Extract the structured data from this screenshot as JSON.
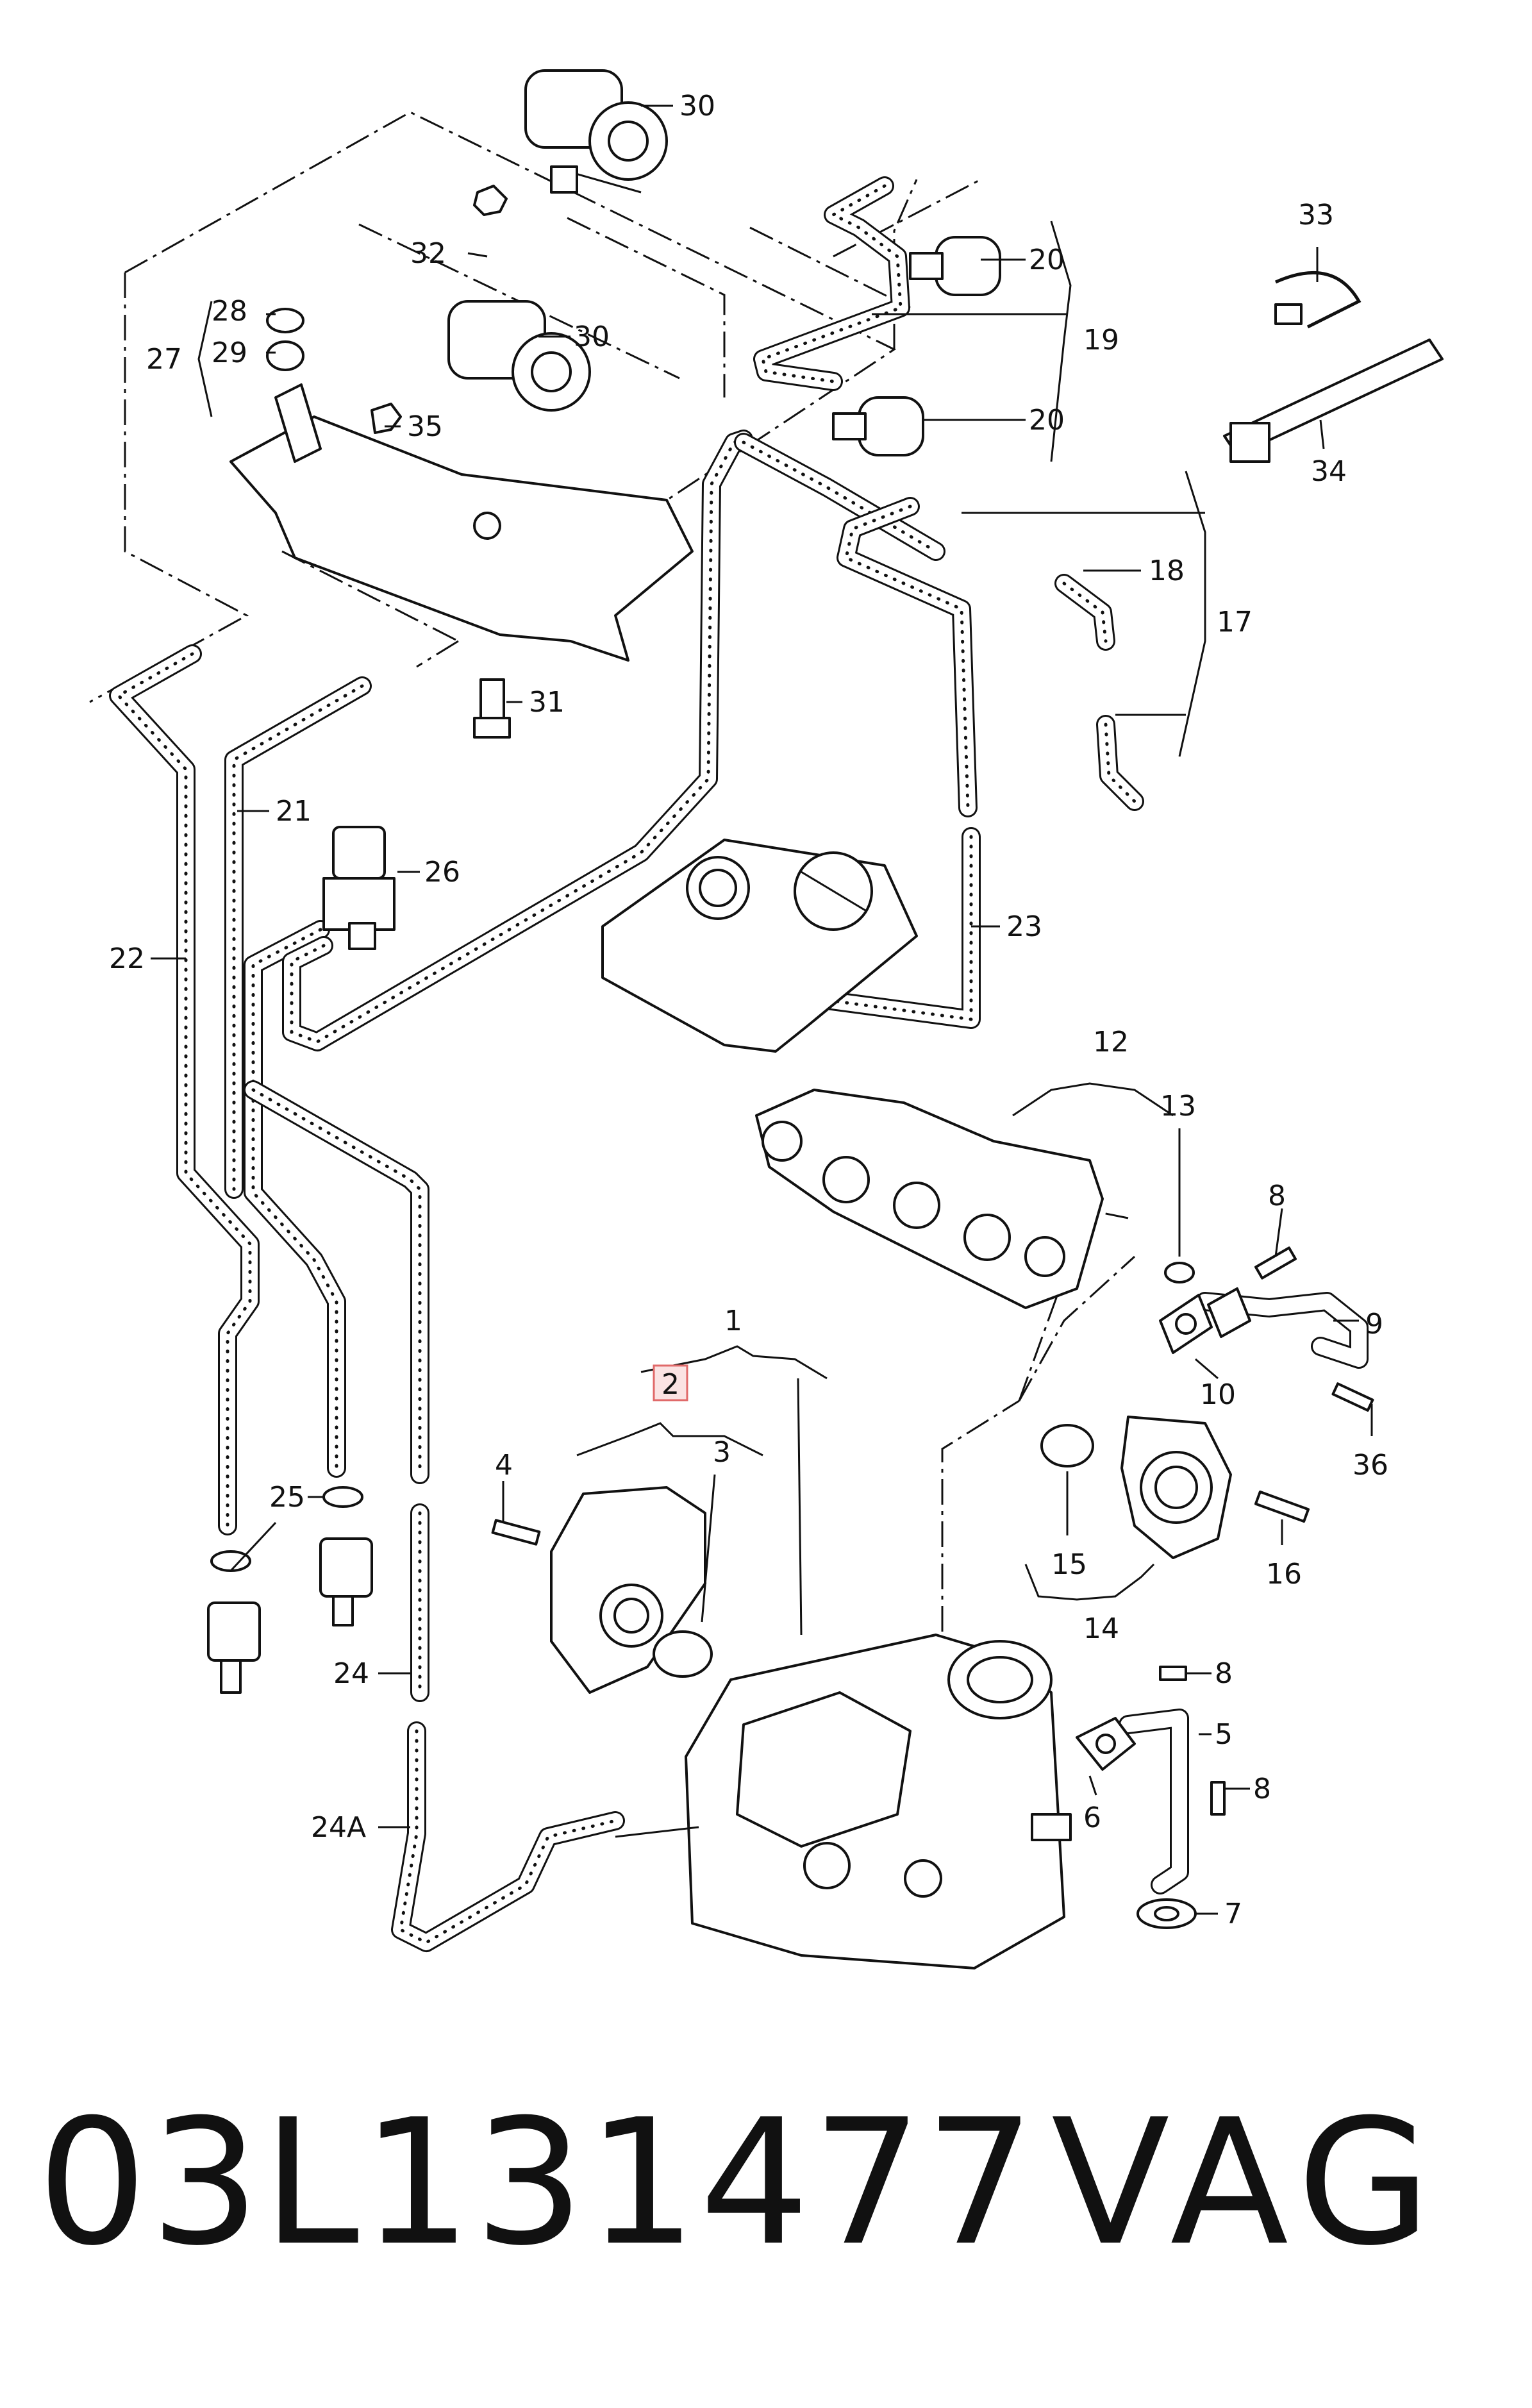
{
  "diagram": {
    "callouts": [
      {
        "id": "c1",
        "text": "1"
      },
      {
        "id": "c2",
        "text": "2",
        "highlighted": true
      },
      {
        "id": "c3",
        "text": "3"
      },
      {
        "id": "c4",
        "text": "4"
      },
      {
        "id": "c5",
        "text": "5"
      },
      {
        "id": "c6",
        "text": "6"
      },
      {
        "id": "c7",
        "text": "7"
      },
      {
        "id": "c8a",
        "text": "8"
      },
      {
        "id": "c8b",
        "text": "8"
      },
      {
        "id": "c8c",
        "text": "8"
      },
      {
        "id": "c9",
        "text": "9"
      },
      {
        "id": "c10",
        "text": "10"
      },
      {
        "id": "c12",
        "text": "12"
      },
      {
        "id": "c13",
        "text": "13"
      },
      {
        "id": "c14",
        "text": "14"
      },
      {
        "id": "c15",
        "text": "15"
      },
      {
        "id": "c16",
        "text": "16"
      },
      {
        "id": "c17",
        "text": "17"
      },
      {
        "id": "c18",
        "text": "18"
      },
      {
        "id": "c19",
        "text": "19"
      },
      {
        "id": "c20a",
        "text": "20"
      },
      {
        "id": "c20b",
        "text": "20"
      },
      {
        "id": "c21",
        "text": "21"
      },
      {
        "id": "c22",
        "text": "22"
      },
      {
        "id": "c23",
        "text": "23"
      },
      {
        "id": "c24",
        "text": "24"
      },
      {
        "id": "c24A",
        "text": "24A"
      },
      {
        "id": "c25",
        "text": "25"
      },
      {
        "id": "c26",
        "text": "26"
      },
      {
        "id": "c27",
        "text": "27"
      },
      {
        "id": "c28",
        "text": "28"
      },
      {
        "id": "c29",
        "text": "29"
      },
      {
        "id": "c30a",
        "text": "30"
      },
      {
        "id": "c30b",
        "text": "30"
      },
      {
        "id": "c31",
        "text": "31"
      },
      {
        "id": "c32",
        "text": "32"
      },
      {
        "id": "c33",
        "text": "33"
      },
      {
        "id": "c34",
        "text": "34"
      },
      {
        "id": "c35",
        "text": "35"
      },
      {
        "id": "c36",
        "text": "36"
      }
    ],
    "highlight_color": "#e06a6a"
  },
  "footer": {
    "part_number": "03L131477",
    "brand": "VAG"
  }
}
